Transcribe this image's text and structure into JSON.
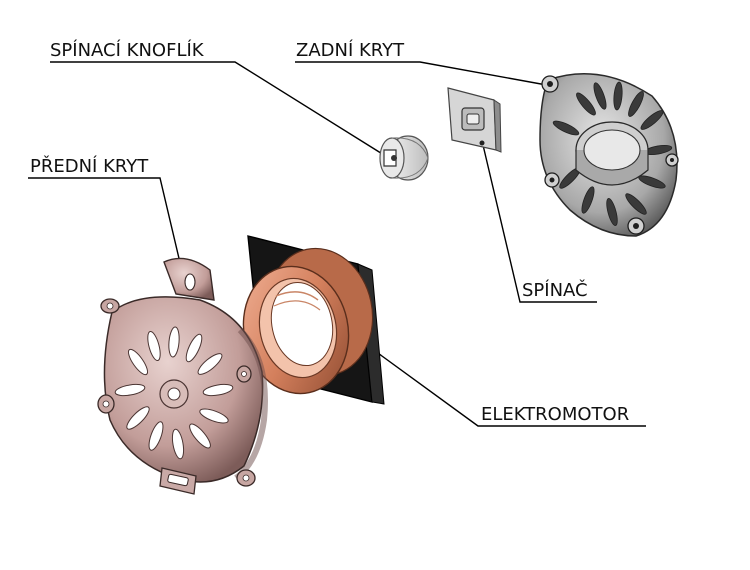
{
  "labels": {
    "spinaci_knoflik": "SPÍNACÍ KNOFLÍK",
    "zadni_kryt": "ZADNÍ KRYT",
    "predni_kryt": "PŘEDNÍ KRYT",
    "spinac": "SPÍNAČ",
    "elektromotor": "ELEKTROMOTOR"
  },
  "colors": {
    "front_cover": "#c9a9a6",
    "front_cover_dark": "#8f6d6a",
    "rear_cover": "#b9b9b9",
    "rear_cover_dark": "#6d6d6d",
    "motor_body": "#1a1a1a",
    "motor_ring": "#d9896a",
    "motor_ring_dark": "#a65a3c",
    "switch": "#d0d0d0",
    "leader": "#000000"
  }
}
